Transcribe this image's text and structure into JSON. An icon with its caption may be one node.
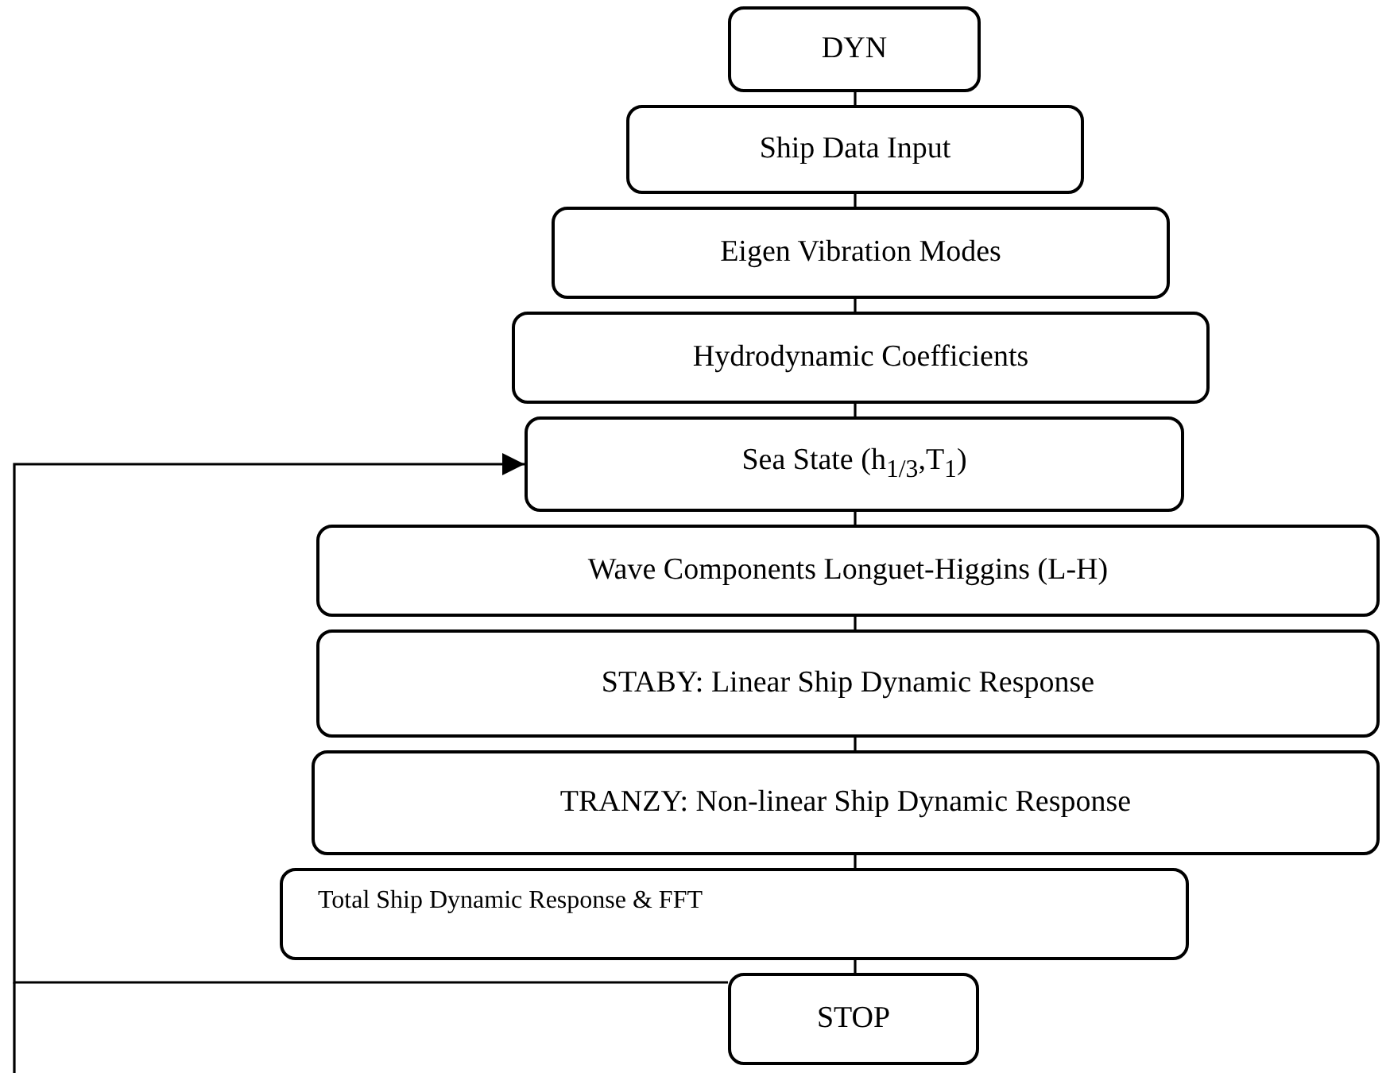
{
  "diagram": {
    "nodes": [
      {
        "text": [
          "DYN"
        ]
      },
      {
        "text": [
          "Ship Data Input"
        ]
      },
      {
        "text": [
          "Eigen Vibration Modes"
        ]
      },
      {
        "text": [
          "Hydrodynamic Coefficients"
        ]
      },
      {
        "text": [
          "Sea State (h$_{1/3}$,T$_{1}$)"
        ]
      },
      {
        "text": [
          "Wave Components Longuet-Higgins (L-H)"
        ]
      },
      {
        "text": [
          "STABY: Linear Ship Dynamic Response"
        ]
      },
      {
        "text": [
          "TRANZY: Non-linear Ship Dynamic Response"
        ]
      },
      {
        "text": [
          "Total  Ship Dynamic Response & FFT"
        ]
      },
      {
        "text": [
          "STOP"
        ]
      }
    ],
    "edges": [
      {
        "from": 0,
        "to": 1,
        "arrow": "none"
      },
      {
        "from": 1,
        "to": 2,
        "arrow": "none"
      },
      {
        "from": 2,
        "to": 3,
        "arrow": "none"
      },
      {
        "from": 3,
        "to": 4,
        "arrow": "none"
      },
      {
        "from": 4,
        "to": 5,
        "arrow": "none"
      },
      {
        "from": 5,
        "to": 6,
        "arrow": "none"
      },
      {
        "from": 6,
        "to": 7,
        "arrow": "none"
      },
      {
        "from": 7,
        "to": 8,
        "arrow": "none"
      },
      {
        "from": 8,
        "to": 9,
        "arrow": "none"
      },
      {
        "from": 9,
        "to": 4,
        "arrow": "to"
      }
    ]
  }
}
